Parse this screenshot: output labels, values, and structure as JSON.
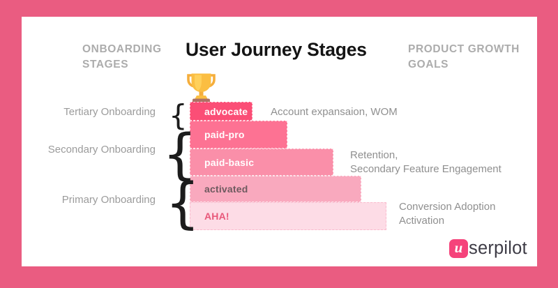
{
  "title": "User Journey Stages",
  "columns": {
    "left_header": {
      "lines": [
        "ONBOARDING",
        "STAGES"
      ]
    },
    "right_header": {
      "lines": [
        "PRODUCT GROWTH",
        "GOALS"
      ]
    }
  },
  "stages": [
    {
      "label": "advocate",
      "color": "#FB4E76",
      "label_color": "#FFFFFF"
    },
    {
      "label": "paid-pro",
      "color": "#FD7293",
      "label_color": "#FFFFFF"
    },
    {
      "label": "paid-basic",
      "color": "#FA8FA9",
      "label_color": "#FFFFFF"
    },
    {
      "label": "activated",
      "color": "#F9A9BE",
      "label_color": "#6E5A5F"
    },
    {
      "label": "AHA!",
      "color": "#FDDCE6",
      "label_color": "#E8587A"
    }
  ],
  "onboarding_groups": [
    {
      "label": "Tertiary Onboarding",
      "brace": "{"
    },
    {
      "label": "Secondary Onboarding",
      "brace": "{"
    },
    {
      "label": "Primary Onboarding",
      "brace": "{"
    }
  ],
  "growth_goals": [
    {
      "lines": [
        "Account expansaion, WOM",
        ""
      ]
    },
    {
      "lines": [
        "Retention,",
        "Secondary Feature Engagement"
      ]
    },
    {
      "lines": [
        "Conversion Adoption",
        "Activation"
      ]
    }
  ],
  "logo": {
    "badge_letter": "u",
    "wordmark_rest": "serpilot",
    "badge_color": "#F5437B",
    "text_color": "#3E3C46"
  },
  "theme": {
    "frame_color": "#EA5C81",
    "card_color": "#FFFFFF",
    "heading_color": "#ACACAC",
    "side_label_color": "#9B9B9B",
    "goal_text_color": "#8F8F8F",
    "title_color": "#141414",
    "trophy_cup_color": "#FBBE42",
    "trophy_handle_color": "#F5AE3C",
    "trophy_base_color": "#AC7164"
  }
}
